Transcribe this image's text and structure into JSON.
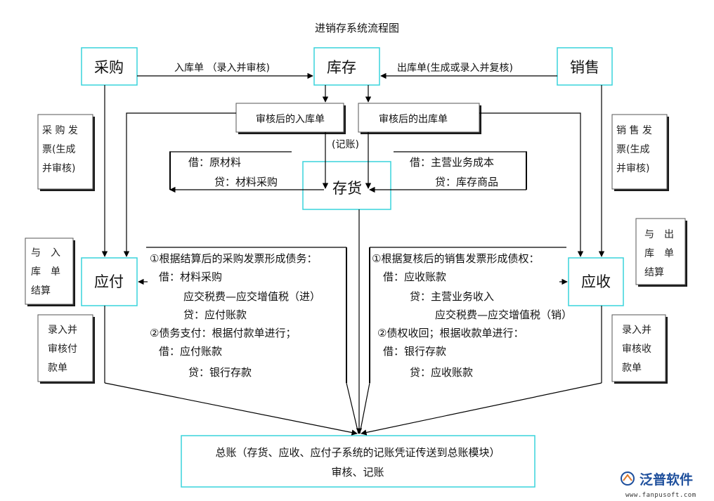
{
  "title": "进销存系统流程图",
  "nodes": {
    "purchase": "采购",
    "inventory": "库存",
    "sales": "销售",
    "stock": "存货",
    "payable": "应付",
    "receivable": "应收",
    "gl_line1": "总账（存货、应收、应付子系统的记账凭证传送到总账模块）",
    "gl_line2": "审核、记账"
  },
  "flow_labels": {
    "inbound_receipt": "入库单 （录入并审核)",
    "outbound_receipt": "出库单(生成或录入并复核)",
    "audited_inbound": "审核后的入库单",
    "audited_outbound": "审核后的出库单",
    "bookkeeping": "(记账)"
  },
  "side_notes": {
    "purchase_invoice": [
      "采 购 发",
      "票(生成",
      "并审核)"
    ],
    "sales_invoice": [
      "销 售 发",
      "票(生成",
      "并审核)"
    ],
    "settle_inbound": [
      "与　入",
      "库　单",
      "结算"
    ],
    "settle_outbound": [
      "与　出",
      "库　单",
      "结算"
    ],
    "payment_entry": [
      "录入并",
      "审核付",
      "款单"
    ],
    "receipt_entry": [
      "录入并",
      "审核收",
      "款单"
    ]
  },
  "entries": {
    "left_top": [
      "借：原材料",
      "贷：材料采购"
    ],
    "right_top": [
      "借：主营业务成本",
      "贷：库存商品"
    ],
    "payable_block": [
      "①根据结算后的采购发票形成债务：",
      "借：材料采购",
      "应交税费—应交增值税（进）",
      "贷：应付账款",
      "②债务支付：根据付款单进行；",
      "借：应付账款",
      "贷：银行存款"
    ],
    "receivable_block": [
      "①根据复核后的销售发票形成债权：",
      "借：应收账款",
      "贷：主营业务收入",
      "应交税费—应交增值税（销）",
      "②债权收回；根据收款单进行：",
      "借：银行存款",
      "贷：应收账款"
    ]
  },
  "brand": {
    "name": "泛普软件",
    "url": "www.fanpusoft.com",
    "color": "#1e4f9c",
    "icon": "fanpu-logo-icon"
  },
  "colors": {
    "box_border": "#38d4dc",
    "line": "#000000"
  }
}
